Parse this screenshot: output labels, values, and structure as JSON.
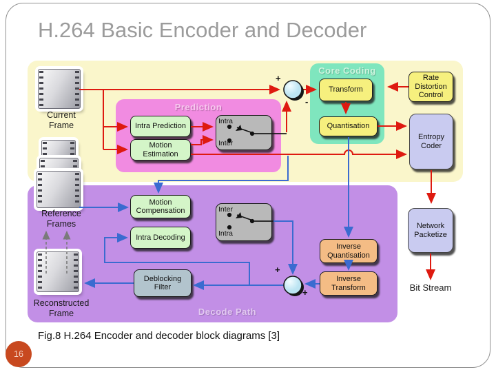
{
  "slide": {
    "title": "H.264 Basic Encoder and Decoder",
    "caption": "Fig.8 H.264 Encoder and decoder block diagrams [3]",
    "page_number": "16"
  },
  "regions": {
    "prediction": "Prediction",
    "core_coding": "Core Coding",
    "decode_path": "Decode Path"
  },
  "blocks": {
    "intra_prediction": "Intra Prediction",
    "motion_estimation": "Motion Estimation",
    "transform": "Transform",
    "quantisation": "Quantisation",
    "rate_distortion_control": "Rate Distortion Control",
    "entropy_coder": "Entropy Coder",
    "motion_compensation": "Motion Compensation",
    "intra_decoding": "Intra Decoding",
    "deblocking_filter": "Deblocking Filter",
    "inverse_quantisation": "Inverse Quantisation",
    "inverse_transform": "Inverse Transform",
    "network_packetize": "Network Packetize"
  },
  "frames": {
    "current": "Current Frame",
    "reference": "Reference Frames",
    "reconstructed": "Reconstructed Frame"
  },
  "labels": {
    "bit_stream": "Bit Stream",
    "intra": "Intra",
    "inter": "Inter",
    "plus": "+",
    "minus": "-"
  },
  "colors": {
    "encoder_region": "#FAF6CB",
    "prediction_region": "#F18BE1",
    "core_coding_region": "#7FE6BE",
    "decode_region": "#C28FE6",
    "encoder_arrow": "#DE1A10",
    "decoder_arrow": "#3A6BD0",
    "process_box_yellow": "#F6F07E",
    "process_box_green": "#D4F5C8",
    "process_box_lavender": "#C9CBF0",
    "process_box_orange": "#F4BC85",
    "page_badge": "#C8491F",
    "title_gray": "#9B9B9B"
  }
}
